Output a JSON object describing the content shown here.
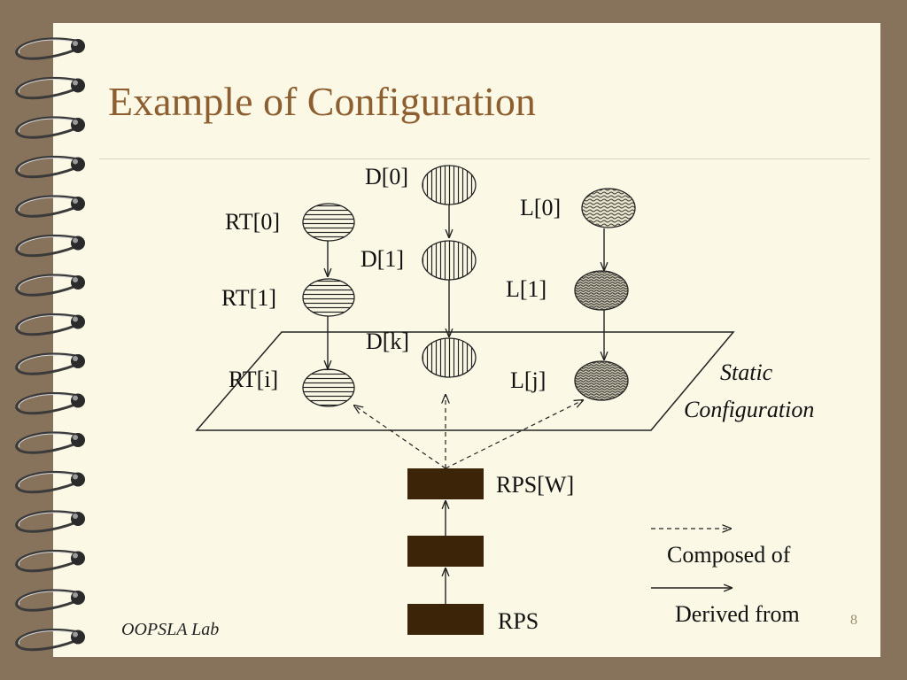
{
  "slide": {
    "title": "Example of Configuration",
    "footer": "OOPSLA Lab",
    "page_number": "8"
  },
  "diagram": {
    "nodes": {
      "rt0": "RT[0]",
      "rt1": "RT[1]",
      "rti": "RT[i]",
      "d0": "D[0]",
      "d1": "D[1]",
      "dk": "D[k]",
      "l0": "L[0]",
      "l1": "L[1]",
      "lj": "L[j]"
    },
    "plane_label_line1": "Static",
    "plane_label_line2": "Configuration",
    "blocks": {
      "top": "RPS[W]",
      "bottom": "RPS"
    },
    "legend": {
      "dashed": "Composed of",
      "solid": "Derived from"
    }
  },
  "colors": {
    "frame": "#87735c",
    "paper": "#fbf9e6",
    "title": "#8c5e30",
    "block": "#3b2408"
  }
}
